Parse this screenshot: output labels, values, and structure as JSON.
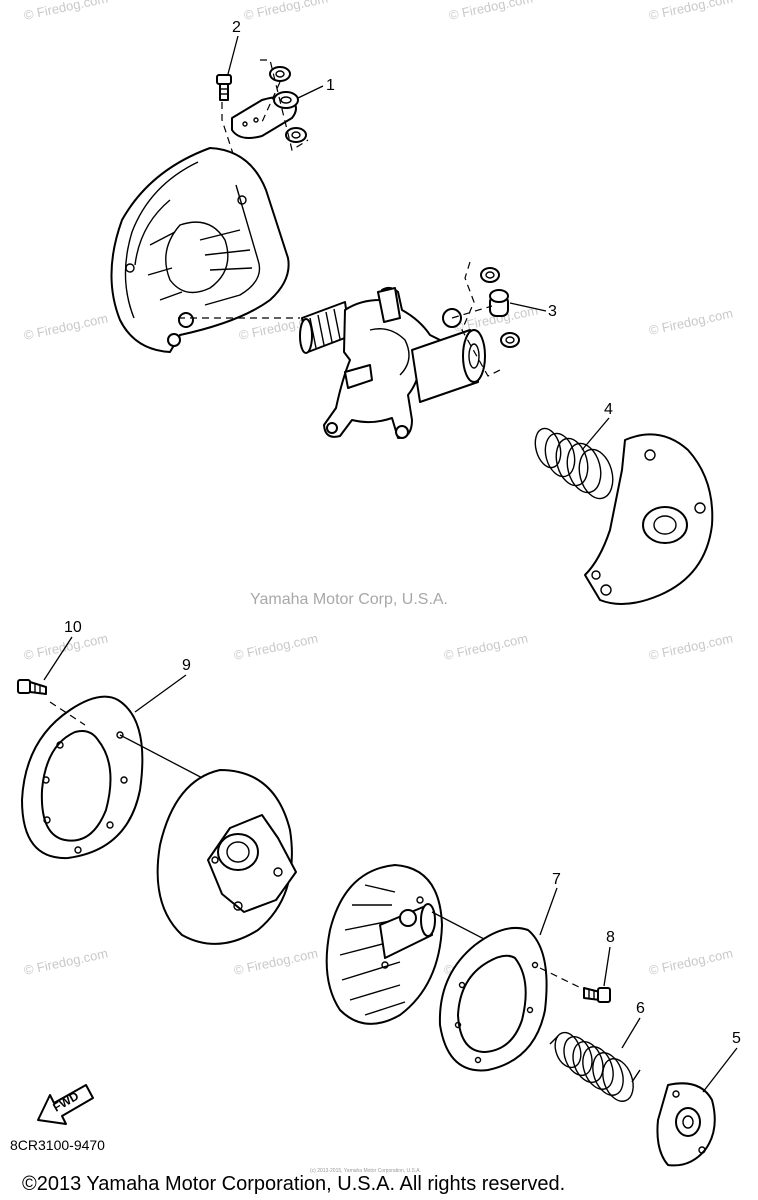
{
  "callouts": {
    "c1": "1",
    "c2": "2",
    "c3": "3",
    "c4": "4",
    "c5": "5",
    "c6": "6",
    "c7": "7",
    "c8": "8",
    "c9": "9",
    "c10": "10"
  },
  "watermark": "© Firedog.com",
  "corp_text": "Yamaha Motor Corp, U.S.A.",
  "fwd_label": "FWD",
  "diagram_code": "8CR3100-9470",
  "copyright": "©2013 Yamaha Motor Corporation, U.S.A. All rights reserved.",
  "small_print": "(c) 2013-2015, Yamaha Motor Corporation, U.S.A."
}
